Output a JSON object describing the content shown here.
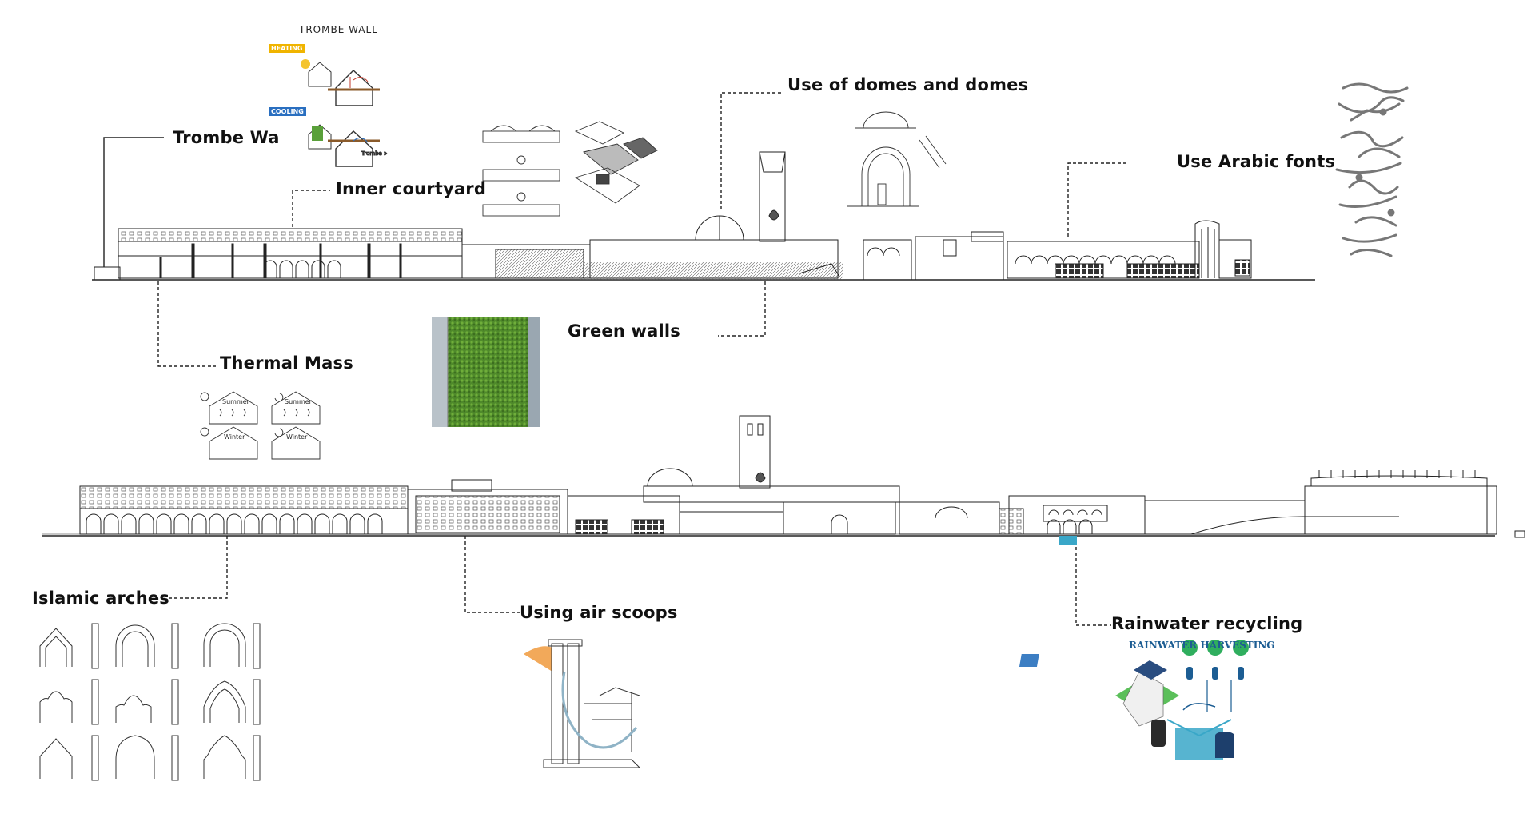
{
  "labels": {
    "trombe_wall": "Trombe Wa",
    "inner_courtyard": "Inner courtyard",
    "thermal_mass": "Thermal Mass",
    "domes": "Use of domes and domes",
    "arabic_fonts": "Use Arabic fonts",
    "green_walls": "Green walls",
    "islamic_arches": "Islamic arches",
    "air_scoops": "Using air scoops",
    "rainwater": "Rainwater recycling"
  },
  "inset_text": {
    "trombe_title": "TROMBE WALL",
    "heating": "HEATING",
    "cooling": "COOLING",
    "summer": "Summer",
    "winter": "Winter",
    "rainwater_title": "RAINWATER HARVESTING"
  },
  "colors": {
    "label": "#111111",
    "leader": "#222222",
    "green_wall": "#4f8a2b",
    "rain_accent": "#3aa7c8",
    "heating_badge": "#f0b400",
    "cooling_badge": "#2a6fc0",
    "calligraphy": "#777777"
  }
}
